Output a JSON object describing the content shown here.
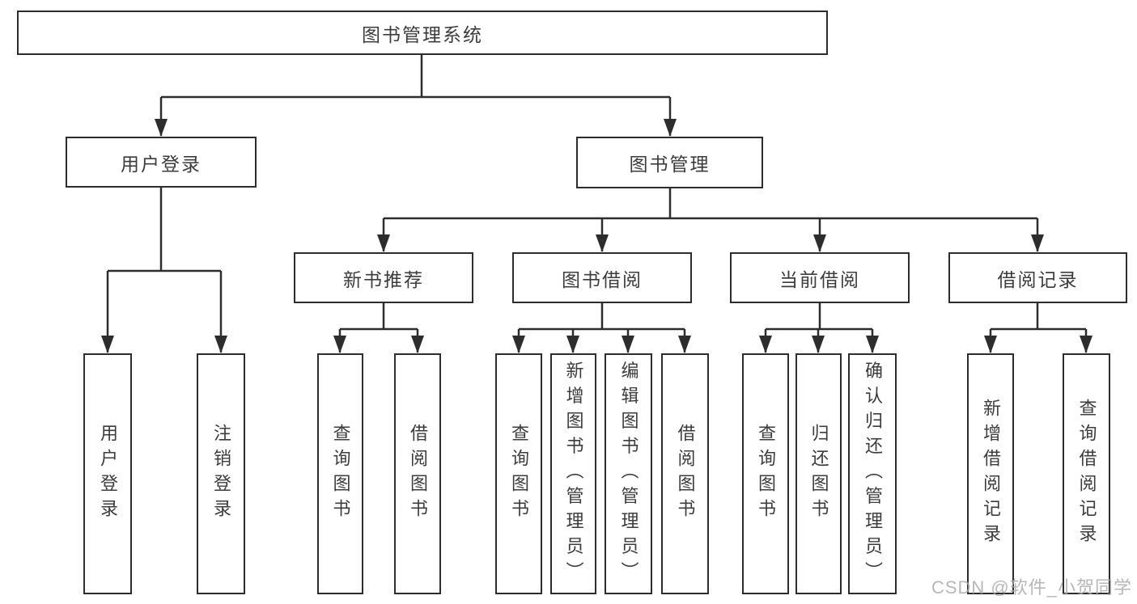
{
  "diagram": {
    "nodes": {
      "root": "图书管理系统",
      "user_login": "用户登录",
      "book_management": "图书管理",
      "new_book_recommend": "新书推荐",
      "book_borrowing": "图书借阅",
      "current_borrowing": "当前借阅",
      "borrowing_records": "借阅记录",
      "leaf_user_login": "用户登录",
      "leaf_logout": "注销登录",
      "leaf_nbr_query_books": "查询图书",
      "leaf_nbr_borrow_books": "借阅图书",
      "leaf_bb_query_books": "查询图书",
      "leaf_bb_add_books_admin": "新增图书（管理员）",
      "leaf_bb_edit_books_admin": "编辑图书（管理员）",
      "leaf_bb_borrow_books": "借阅图书",
      "leaf_cb_query_books": "查询图书",
      "leaf_cb_return_books": "归还图书",
      "leaf_cb_confirm_return_admin": "确认归还（管理员）",
      "leaf_br_add_record": "新增借阅记录",
      "leaf_br_query_record": "查询借阅记录"
    },
    "colors": {
      "line": "#333333",
      "border": "#2d2d2d",
      "text": "#3c3c3c",
      "watermark": "#ababab"
    }
  },
  "watermark": {
    "text": "CSDN @软件_小贺同学"
  }
}
